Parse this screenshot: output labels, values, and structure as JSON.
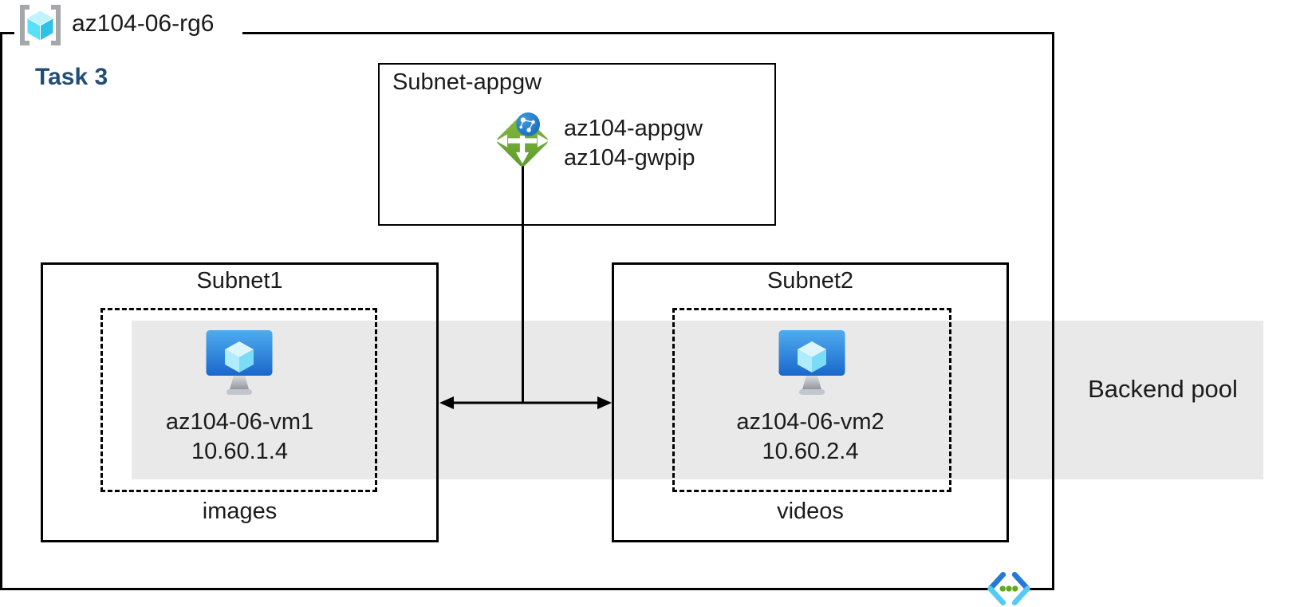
{
  "diagram": {
    "resource_group_label": "az104-06-rg6",
    "task_label": "Task 3",
    "appgw_subnet": {
      "title": "Subnet-appgw",
      "gateway_name": "az104-appgw",
      "gateway_pip": "az104-gwpip"
    },
    "subnet1": {
      "title": "Subnet1",
      "vm_name": "az104-06-vm1",
      "vm_ip": "10.60.1.4",
      "container_label": "images"
    },
    "subnet2": {
      "title": "Subnet2",
      "vm_name": "az104-06-vm2",
      "vm_ip": "10.60.2.4",
      "container_label": "videos"
    },
    "backend_pool_label": "Backend pool",
    "icons": {
      "resource_group": "azure-resource-group-icon",
      "application_gateway": "azure-application-gateway-icon",
      "virtual_machine": "azure-virtual-machine-icon",
      "virtual_network": "azure-virtual-network-icon"
    },
    "colors": {
      "task_label": "#1F4E79",
      "backend_pool_band": "#E9E9E9",
      "appgw_green": "#76B33C",
      "vm_blue_top": "#4FACEF",
      "vm_blue_bottom": "#1A67CB",
      "rg_cube_cyan": "#50E6FF",
      "vnet_chevron_blue": "#2579D6",
      "vnet_chevron_cyan": "#55CBF3",
      "vnet_dot_green": "#5FAA1D",
      "border": "#000000"
    }
  }
}
